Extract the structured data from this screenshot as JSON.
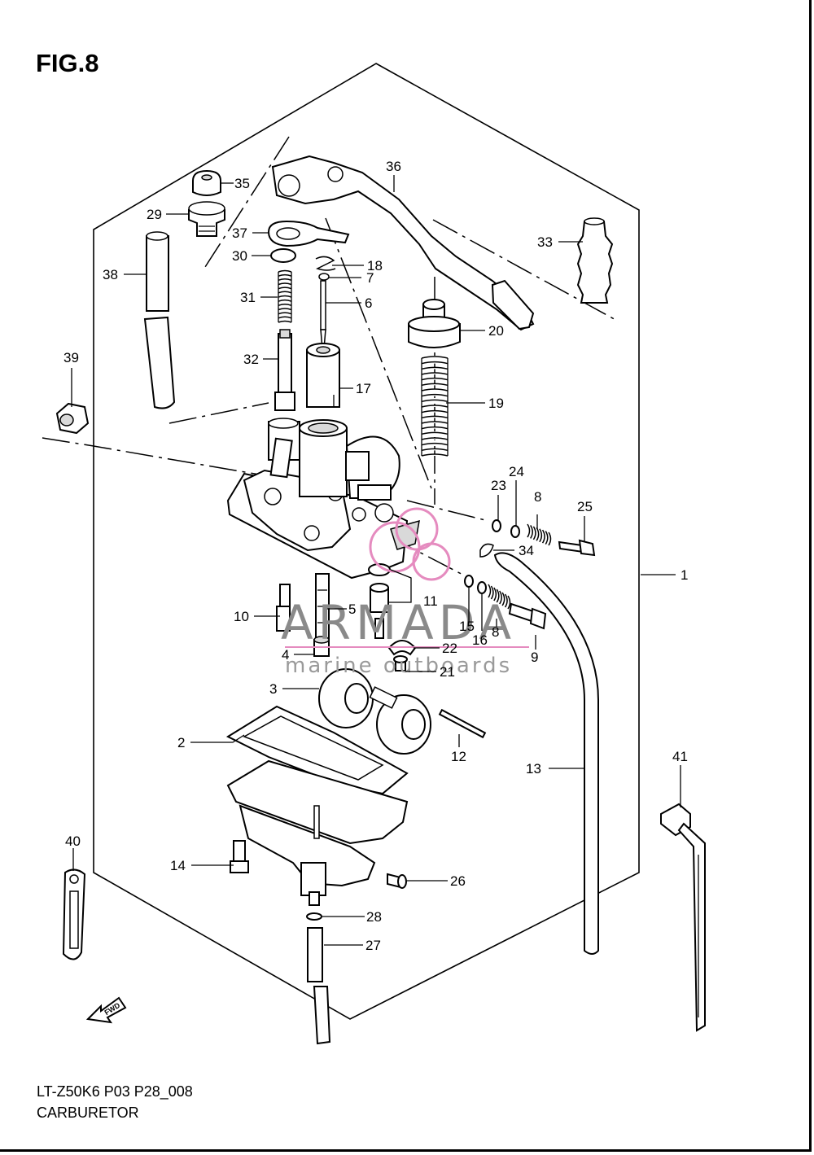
{
  "figure": {
    "title": "FIG.8",
    "model_code": "LT-Z50K6 P03 P28_008",
    "section_name": "CARBURETOR"
  },
  "watermark": {
    "brand": "ARMADA",
    "tagline": "marine outboards",
    "accent_color": "#e58bbf"
  },
  "direction_marker": {
    "text": "FWD",
    "icon": "fwd-arrow-icon"
  },
  "callouts": [
    {
      "id": "1",
      "label": "1"
    },
    {
      "id": "2",
      "label": "2"
    },
    {
      "id": "3",
      "label": "3"
    },
    {
      "id": "4",
      "label": "4"
    },
    {
      "id": "5",
      "label": "5"
    },
    {
      "id": "6",
      "label": "6"
    },
    {
      "id": "7",
      "label": "7"
    },
    {
      "id": "8a",
      "label": "8"
    },
    {
      "id": "8b",
      "label": "8"
    },
    {
      "id": "9",
      "label": "9"
    },
    {
      "id": "10",
      "label": "10"
    },
    {
      "id": "11",
      "label": "11"
    },
    {
      "id": "12",
      "label": "12"
    },
    {
      "id": "13",
      "label": "13"
    },
    {
      "id": "14",
      "label": "14"
    },
    {
      "id": "15",
      "label": "15"
    },
    {
      "id": "16",
      "label": "16"
    },
    {
      "id": "17",
      "label": "17"
    },
    {
      "id": "18",
      "label": "18"
    },
    {
      "id": "19",
      "label": "19"
    },
    {
      "id": "20",
      "label": "20"
    },
    {
      "id": "21",
      "label": "21"
    },
    {
      "id": "22",
      "label": "22"
    },
    {
      "id": "23",
      "label": "23"
    },
    {
      "id": "24",
      "label": "24"
    },
    {
      "id": "25",
      "label": "25"
    },
    {
      "id": "26",
      "label": "26"
    },
    {
      "id": "27",
      "label": "27"
    },
    {
      "id": "28",
      "label": "28"
    },
    {
      "id": "29",
      "label": "29"
    },
    {
      "id": "30",
      "label": "30"
    },
    {
      "id": "31",
      "label": "31"
    },
    {
      "id": "32",
      "label": "32"
    },
    {
      "id": "33",
      "label": "33"
    },
    {
      "id": "34",
      "label": "34"
    },
    {
      "id": "35",
      "label": "35"
    },
    {
      "id": "36",
      "label": "36"
    },
    {
      "id": "37",
      "label": "37"
    },
    {
      "id": "38",
      "label": "38"
    },
    {
      "id": "39",
      "label": "39"
    },
    {
      "id": "40",
      "label": "40"
    },
    {
      "id": "41",
      "label": "41"
    }
  ]
}
